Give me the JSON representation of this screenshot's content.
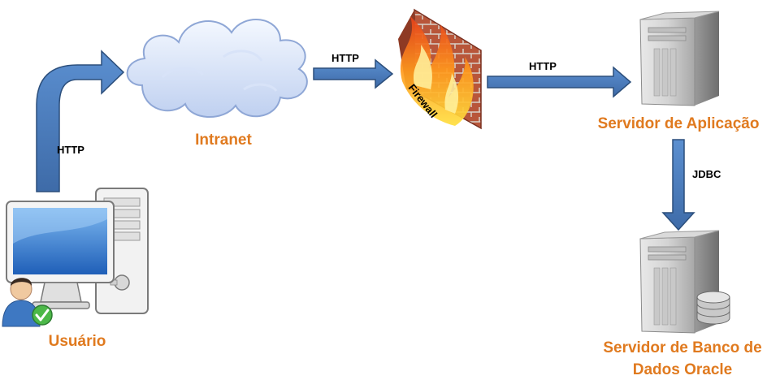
{
  "nodes": {
    "user": {
      "label": "Usuário",
      "icon": "user-workstation-icon"
    },
    "intranet": {
      "label": "Intranet",
      "icon": "cloud-icon"
    },
    "firewall": {
      "label": "Firewall",
      "icon": "firewall-icon"
    },
    "app_server": {
      "label": "Servidor de Aplicação",
      "icon": "server-tower-icon"
    },
    "db_server": {
      "label_line1": "Servidor de Banco de",
      "label_line2": "Dados Oracle",
      "icon": "database-server-icon"
    }
  },
  "edges": [
    {
      "from": "user",
      "to": "intranet",
      "label": "HTTP"
    },
    {
      "from": "intranet",
      "to": "firewall",
      "label": "HTTP"
    },
    {
      "from": "firewall",
      "to": "app_server",
      "label": "HTTP"
    },
    {
      "from": "app_server",
      "to": "db_server",
      "label": "JDBC"
    }
  ],
  "colors": {
    "node_label": "#E07A1F",
    "arrow_fill": "#4A7EBB",
    "arrow_stroke": "#2C4F7C"
  }
}
